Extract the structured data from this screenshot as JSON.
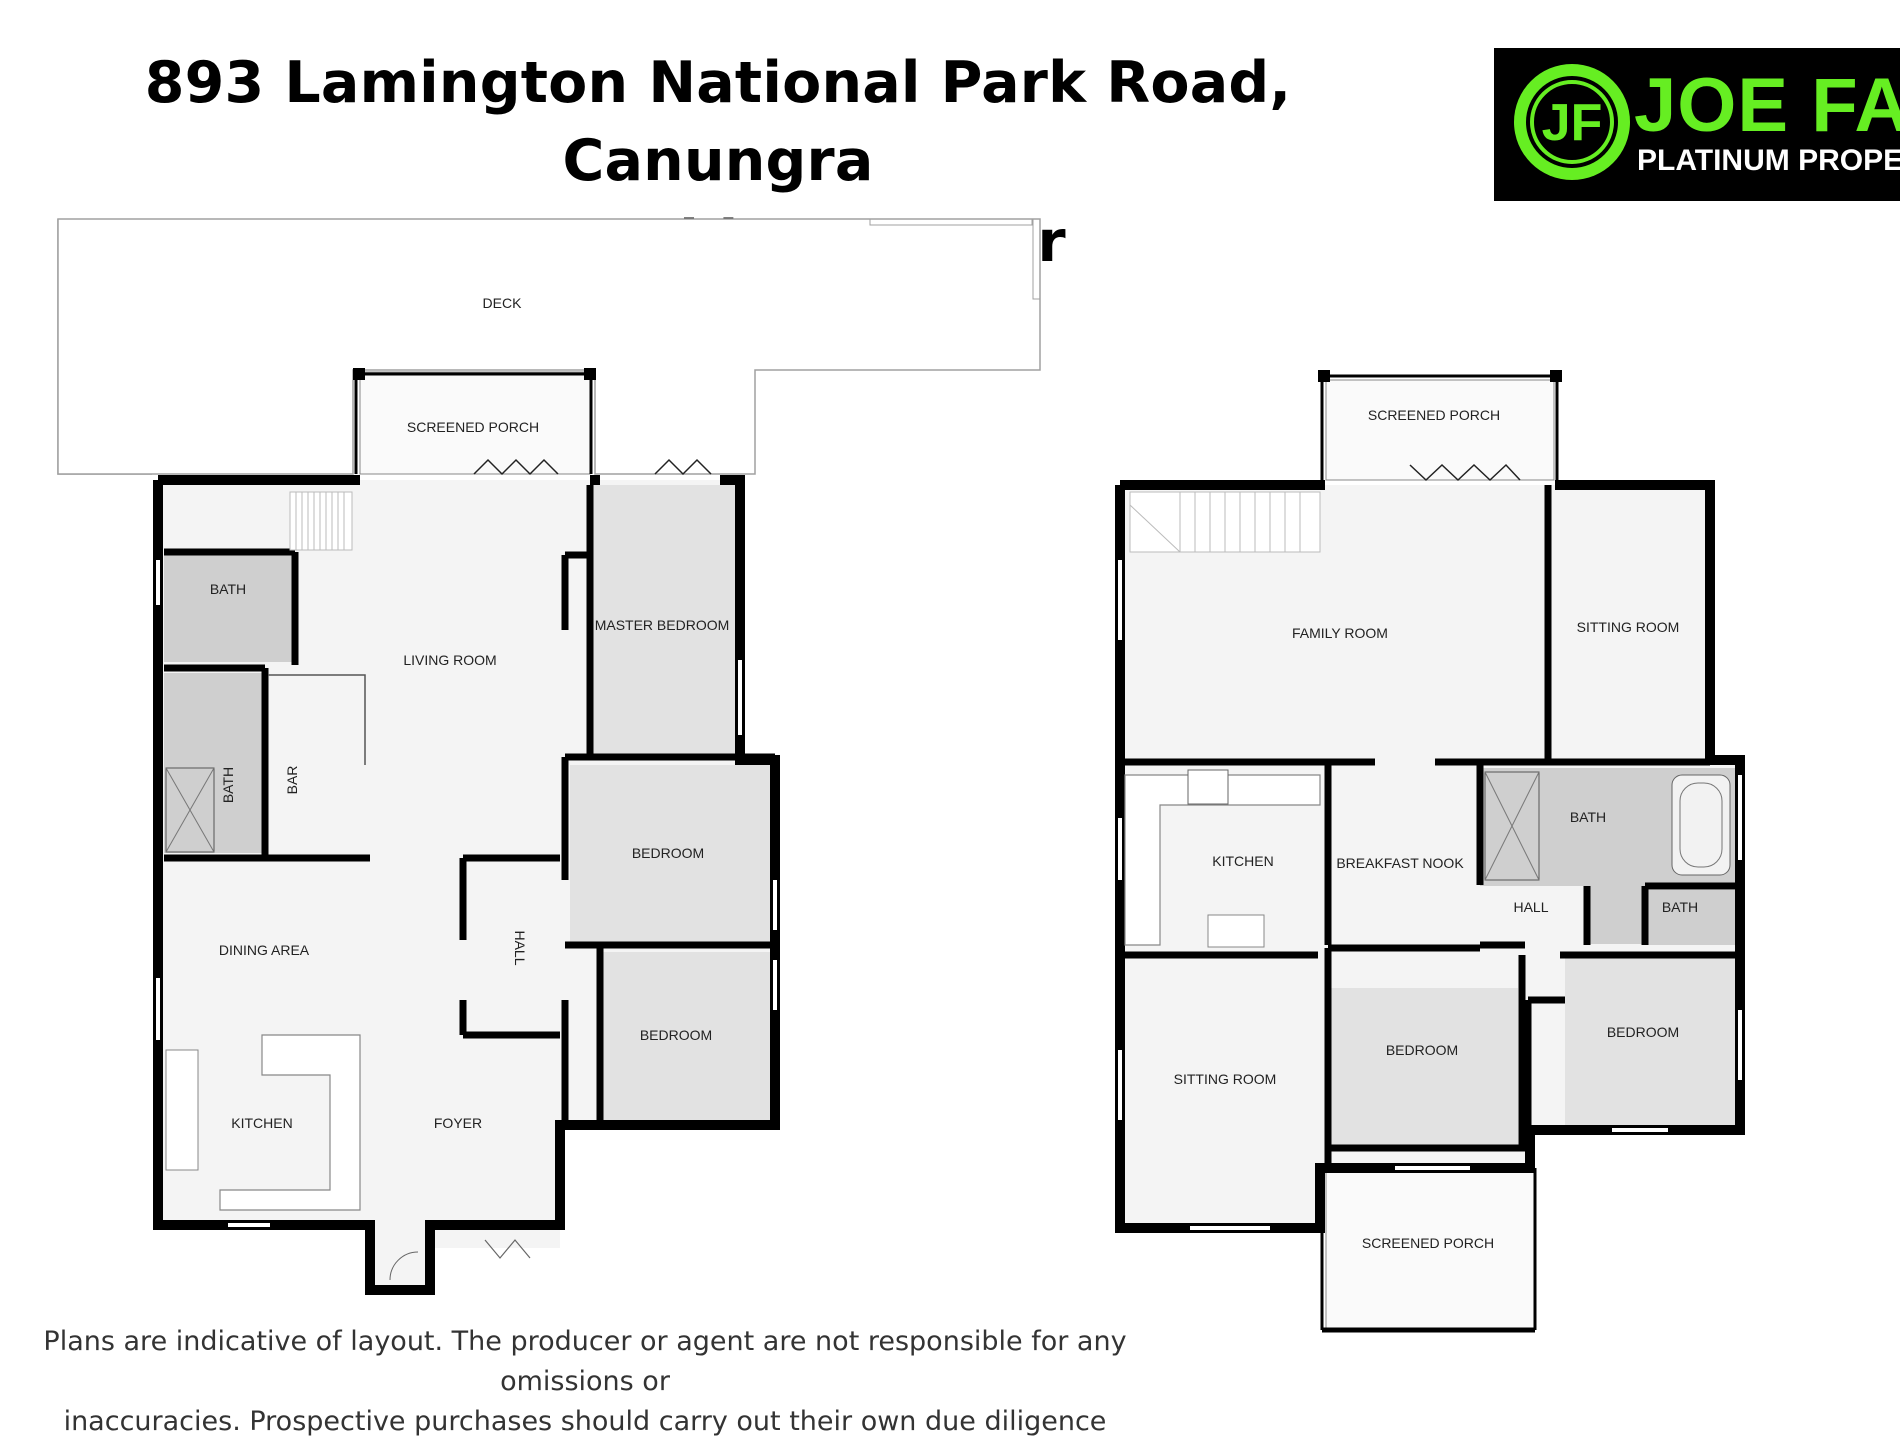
{
  "header": {
    "address": "893 Lamington National Park Road, Canungra",
    "presented_by": "Presented by Joe Farr"
  },
  "logo": {
    "monogram": "JF",
    "brand": "JOE FAR",
    "tagline": "PLATINUM PROPERT",
    "brand_color": "#66ee22",
    "background": "#000000",
    "icon": "jf-circle-logo-icon"
  },
  "colors": {
    "wall": "#000000",
    "floor": "#f4f4f4",
    "wet_area": "#cfcfcf",
    "bedroom_floor": "#e2e2e2",
    "text": "#222222"
  },
  "floor_plan_left": {
    "rooms": {
      "deck": "DECK",
      "screened_porch": "SCREENED PORCH",
      "bath_upper": "BATH",
      "living_room": "LIVING ROOM",
      "master_bedroom": "MASTER BEDROOM",
      "bath_lower": "BATH",
      "bar": "BAR",
      "bedroom_1": "BEDROOM",
      "hall": "HALL",
      "dining_area": "DINING AREA",
      "bedroom_2": "BEDROOM",
      "kitchen": "KITCHEN",
      "foyer": "FOYER"
    }
  },
  "floor_plan_right": {
    "rooms": {
      "screened_porch_top": "SCREENED PORCH",
      "family_room": "FAMILY ROOM",
      "sitting_room_top": "SITTING ROOM",
      "kitchen": "KITCHEN",
      "breakfast_nook": "BREAKFAST NOOK",
      "bath_main": "BATH",
      "hall": "HALL",
      "bath_small": "BATH",
      "bedroom_left": "BEDROOM",
      "bedroom_right": "BEDROOM",
      "sitting_room_bottom": "SITTING ROOM",
      "screened_porch_bottom": "SCREENED PORCH"
    }
  },
  "disclaimer": {
    "line1": "Plans are indicative of layout. The producer or agent are not responsible for any omissions or",
    "line2": "inaccuracies. Prospective purchases should carry out their own due diligence"
  }
}
